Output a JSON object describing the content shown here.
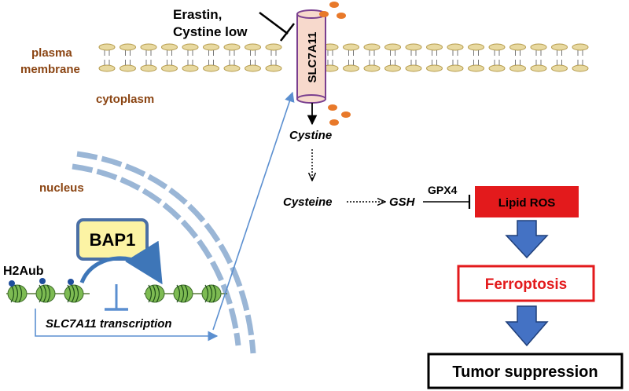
{
  "labels": {
    "inhibitor_line1": "Erastin,",
    "inhibitor_line2": "Cystine low",
    "plasma_line1": "plasma",
    "plasma_line2": "membrane",
    "cytoplasm": "cytoplasm",
    "nucleus": "nucleus",
    "transporter": "SLC7A11",
    "cystine": "Cystine",
    "cysteine": "Cysteine",
    "gsh": "GSH",
    "gpx4": "GPX4",
    "lipid_ros": "Lipid ROS",
    "ferroptosis": "Ferroptosis",
    "tumor_suppression": "Tumor suppression",
    "bap1": "BAP1",
    "h2aub": "H2Aub",
    "transcription": "SLC7A11 transcription"
  },
  "colors": {
    "membrane_head": "#e8d9a0",
    "membrane_head_stroke": "#b59b4c",
    "label_brown": "#8b4513",
    "transporter_fill": "#f7d9cc",
    "transporter_stroke": "#7a3f8f",
    "cystine_dot": "#e8792a",
    "nucleus_arc": "#9ab6d6",
    "arrow_blue": "#5b8fd0",
    "block_arrow": "#4472c4",
    "lipid_ros_fill": "#e31a1c",
    "ferroptosis_stroke": "#e31a1c",
    "bap1_fill": "#fcf3a4",
    "bap1_stroke": "#4a6fa5",
    "ub_dot": "#1f4e9c",
    "nucleosome": "#7dbb52"
  }
}
